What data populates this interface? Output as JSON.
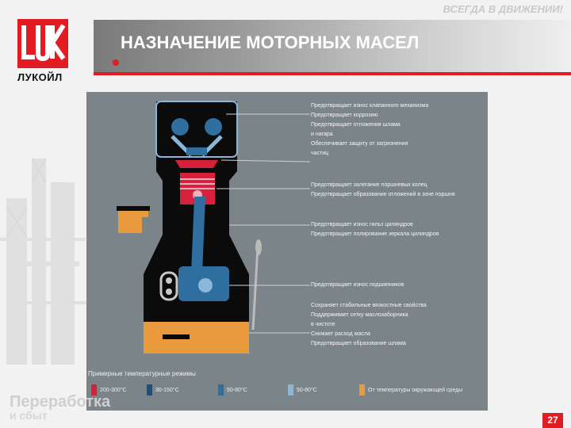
{
  "header": {
    "slogan": "ВСЕГДА В ДВИЖЕНИИ!",
    "brand_name": "ЛУКОЙЛ",
    "title": "НАЗНАЧЕНИЕ  МОТОРНЫХ МАСЕЛ"
  },
  "diagram": {
    "callouts": [
      "Предотвращает износ клапанного механизма",
      "Предотвращает коррозию",
      "Предотвращает отложения шлама",
      "и нагара",
      "Обеспечивает защиту от загрязнения",
      "частиц",
      "Предотвращает залегание поршневых колец",
      "Предотвращает образование отложений в зоне поршня",
      "Предотвращает износ гильз цилиндров",
      "Предотвращает полирование зеркала цилиндров",
      "Предотвращает износ подшипников",
      "Сохраняет стабильные вязкостные свойства",
      "Поддерживает сетку маслозаборника",
      "в чистоте",
      "Снижает расход масла",
      "Предотвращает образование шлама"
    ],
    "legend_title": "Примерные температурные режимы",
    "legend": [
      {
        "label": "200-300°C",
        "color": "#d6203c"
      },
      {
        "label": "30-150°C",
        "color": "#1e4f78"
      },
      {
        "label": "50-80°C",
        "color": "#2e6fa0"
      },
      {
        "label": "50-80°C",
        "color": "#8ab6d9"
      },
      {
        "label": "От температуры окружающей среды",
        "color": "#e89a3c"
      }
    ]
  },
  "footer": {
    "watermark_line1": "Переработка",
    "watermark_line2": "и сбыт",
    "page_number": "27"
  }
}
